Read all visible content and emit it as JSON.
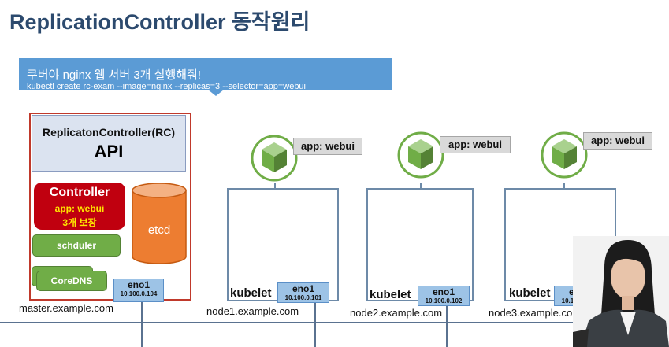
{
  "title": "ReplicationController 동작원리",
  "banner": {
    "line1": "쿠버야 nginx 웹 서버 3개 실행해줘!",
    "line2": "kubectl create rc-exam --image=nginx --replicas=3 --selector=app=webui"
  },
  "master": {
    "api_title": "ReplicatonController(RC)",
    "api_label": "API",
    "controller": {
      "title": "Controller",
      "app": "app: webui",
      "ensure": "3개 보장"
    },
    "scheduler": "schduler",
    "coredns": "CoreDNS",
    "etcd": "etcd",
    "eno": {
      "name": "eno1",
      "ip": "10.100.0.104"
    },
    "hostname": "master.example.com"
  },
  "nodes": [
    {
      "kubelet": "kubelet",
      "eno": "eno1",
      "ip": "10.100.0.101",
      "hostname": "node1.example.com",
      "pod_label": "app: webui"
    },
    {
      "kubelet": "kubelet",
      "eno": "eno1",
      "ip": "10.100.0.102",
      "hostname": "node2.example.com",
      "pod_label": "app: webui"
    },
    {
      "kubelet": "kubelet",
      "eno": "eno1",
      "ip": "10.100.0.103",
      "hostname": "node3.example.com",
      "pod_label": "app: webui"
    }
  ],
  "colors": {
    "title": "#2c4a6e",
    "banner": "#5b9bd5",
    "master_border": "#c0392b",
    "controller": "#c0000f",
    "green": "#70ad47",
    "etcd": "#ed7d31",
    "eno": "#9dc3e6",
    "pod": "#70ad47"
  }
}
